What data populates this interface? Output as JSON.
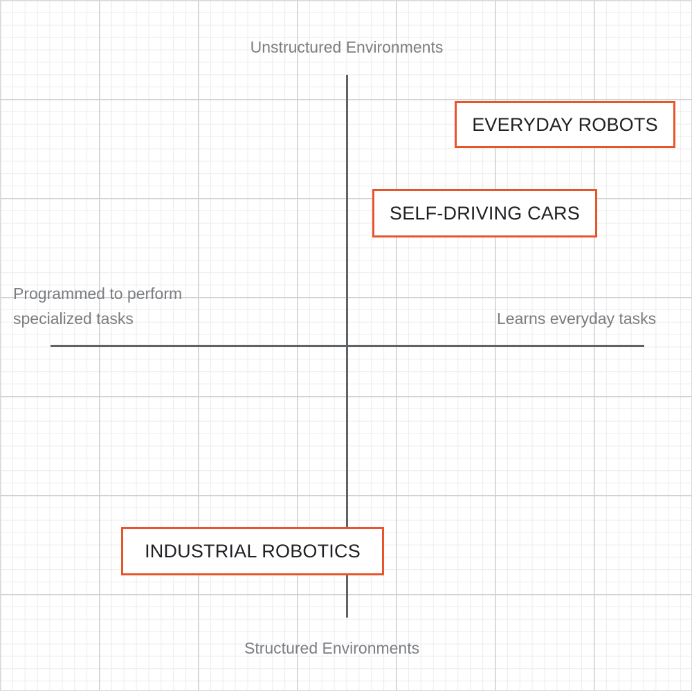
{
  "axes": {
    "top_label": "Unstructured Environments",
    "bottom_label": "Structured Environments",
    "left_label": "Programmed to perform\nspecialized tasks",
    "right_label": "Learns everyday tasks"
  },
  "items": {
    "everyday_robots": "EVERYDAY ROBOTS",
    "self_driving_cars": "SELF-DRIVING CARS",
    "industrial_robotics": "INDUSTRIAL ROBOTICS"
  },
  "colors": {
    "accent": "#e8552b",
    "axis": "#5f6368",
    "label_text": "#7a7d82",
    "box_text": "#202124",
    "grid_major": "#cfcfcf",
    "grid_minor": "#ececec"
  }
}
